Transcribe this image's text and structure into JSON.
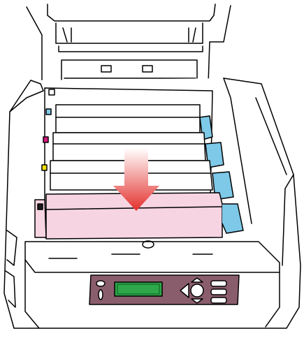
{
  "illustration": {
    "subject": "printer-open-top-cover-image-drum-installation",
    "colors": {
      "outline": "#000000",
      "fill": "#ffffff",
      "cyan": "#7ec8e8",
      "magenta": "#d6197f",
      "yellow": "#f2e100",
      "black": "#1a1a1a",
      "drum_highlight": "#f6d4e2",
      "arrow_top": "#ffffff",
      "arrow_bottom": "#e3302d",
      "control_panel": "#8a5d6d",
      "lcd": "#2ea84a"
    },
    "drums": [
      "cyan",
      "magenta",
      "yellow",
      "black"
    ],
    "arrow_direction": "down"
  }
}
